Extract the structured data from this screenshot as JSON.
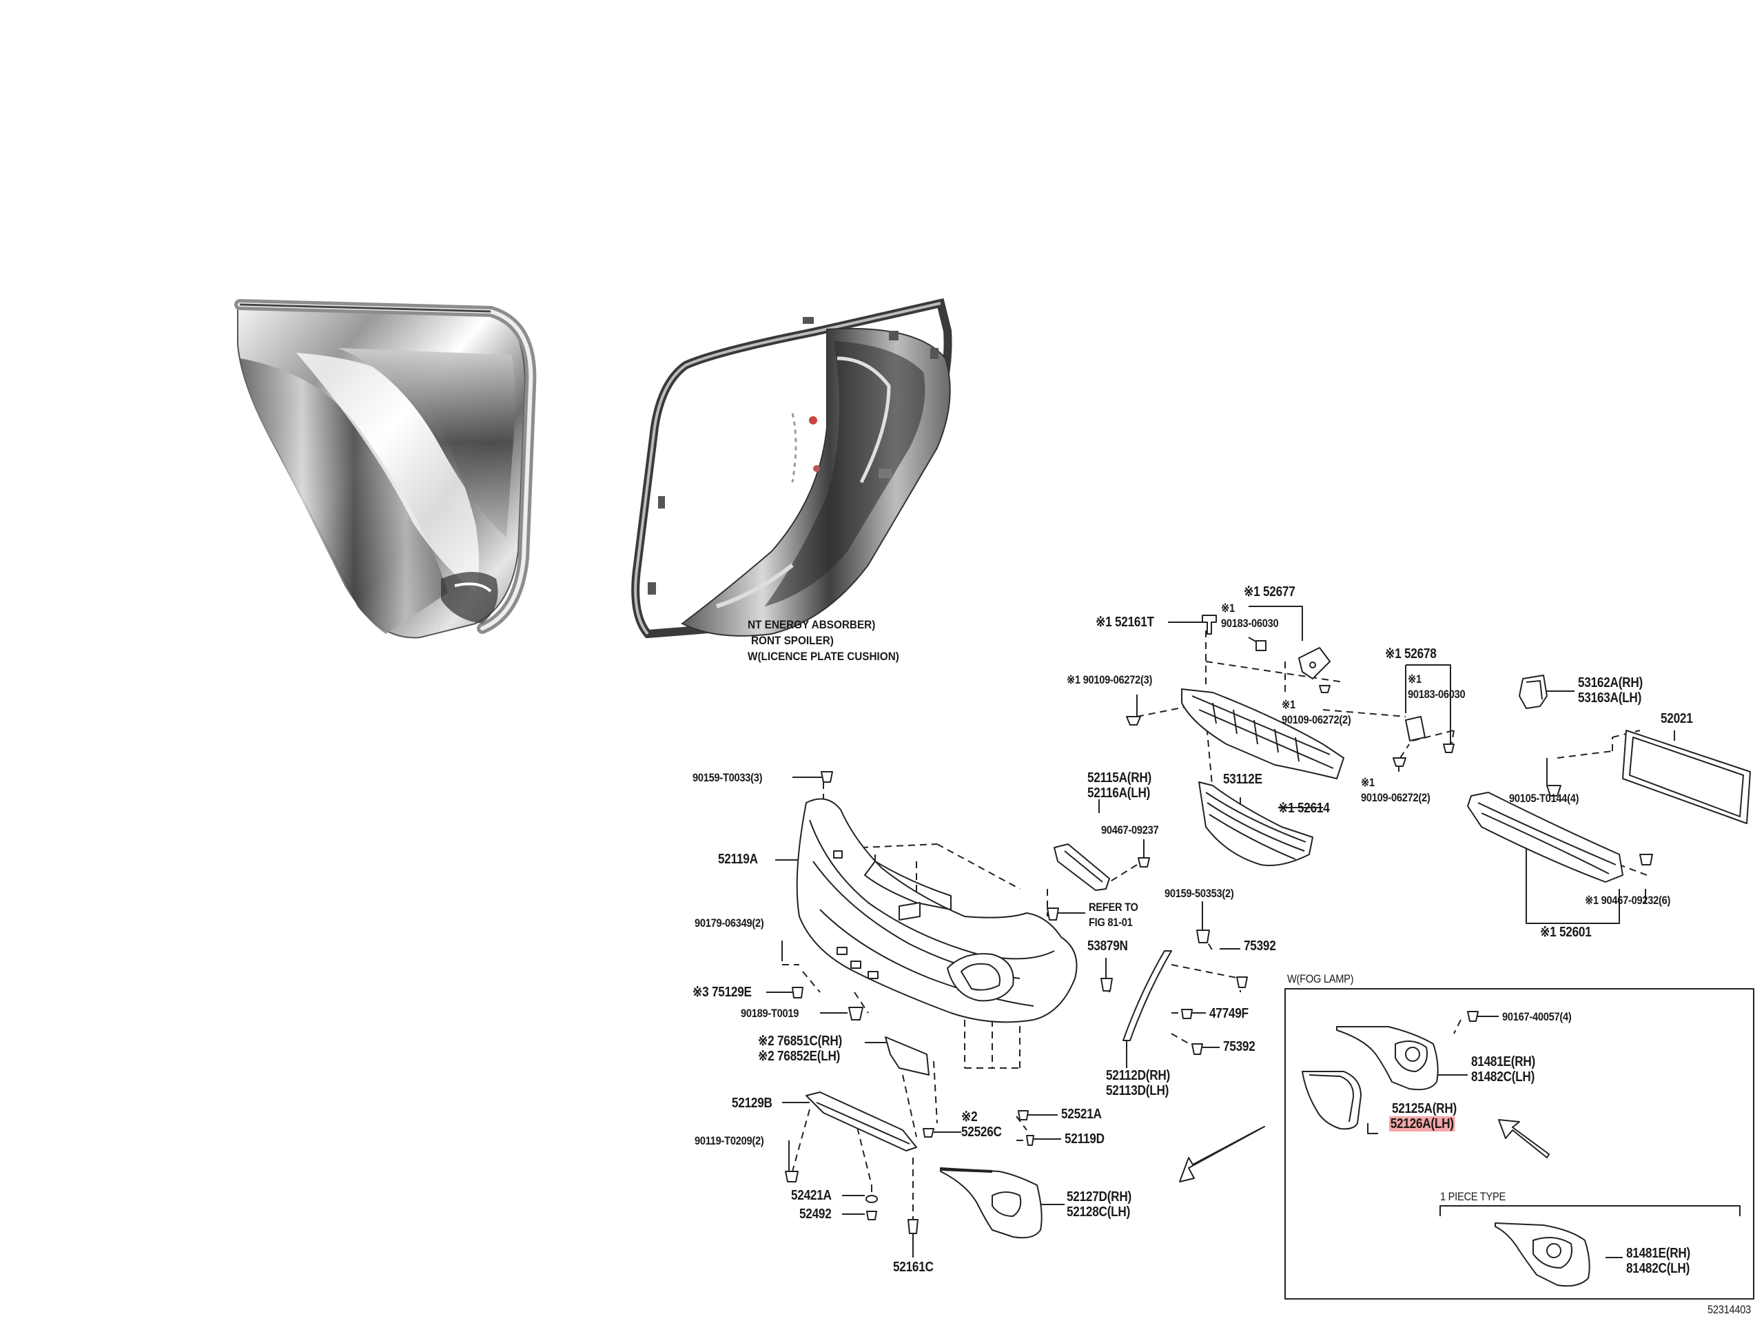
{
  "figure_id": "52314403",
  "photo": {
    "left_part": "chrome-bezel-front-view",
    "right_part": "chrome-bezel-rear-view"
  },
  "overlap_fragments": [
    "NT ENERGY ABSORBER)",
    "RONT SPOILER)",
    "W(LICENCE PLATE CUSHION)"
  ],
  "boxes": {
    "fog_lamp": "W(FOG LAMP)",
    "one_piece": "1 PIECE TYPE"
  },
  "labels": {
    "p52677": "※1 52677",
    "p52161T": "※1 52161T",
    "p90183a": "※1\n90183-06030",
    "p52678": "※1 52678",
    "p90183b": "※1\n90183-06030",
    "p90109a": "※1 90109-06272(3)",
    "p90109b": "※1\n90109-06272(2)",
    "p90109c": "※1\n90109-06272(2)",
    "p53162A": "53162A(RH)",
    "p53163A": "53163A(LH)",
    "p52021": "52021",
    "p90159a": "90159-T0033(3)",
    "p52115A": "52115A(RH)",
    "p52116A": "52116A(LH)",
    "p53112E": "53112E",
    "p52614": "※1 52614",
    "p90105": "90105-T0144(4)",
    "p52119A": "52119A",
    "p90467a": "90467-09237",
    "p90179": "90179-06349(2)",
    "p referTo": "REFER TO",
    "pFig": "FIG 81-01",
    "p90159b": "90159-50353(2)",
    "p90467b": "※1 90467-09232(6)",
    "p52601": "※1 52601",
    "p53879N": "53879N",
    "p75392a": "75392",
    "p75129E": "※3 75129E",
    "p90189": "90189-T0019",
    "p47749F": "47749F",
    "p76851C": "※2 76851C(RH)",
    "p76852E": "※2 76852E(LH)",
    "p75392b": "75392",
    "p52112D": "52112D(RH)",
    "p52113D": "52113D(LH)",
    "p52129B": "52129B",
    "p52521A": "52521A",
    "p52526C": "※2\n52526C",
    "p52119D": "52119D",
    "p90119": "90119-T0209(2)",
    "p52421A": "52421A",
    "p52492": "52492",
    "p52161C": "52161C",
    "p52127D": "52127D(RH)",
    "p52128C": "52128C(LH)",
    "p90167": "90167-40057(4)",
    "p81481Ea": "81481E(RH)",
    "p81482Ca": "81482C(LH)",
    "p52125A": "52125A(RH)",
    "p52126A": "52126A(LH)",
    "p81481Eb": "81481E(RH)",
    "p81482Cb": "81482C(LH)"
  }
}
